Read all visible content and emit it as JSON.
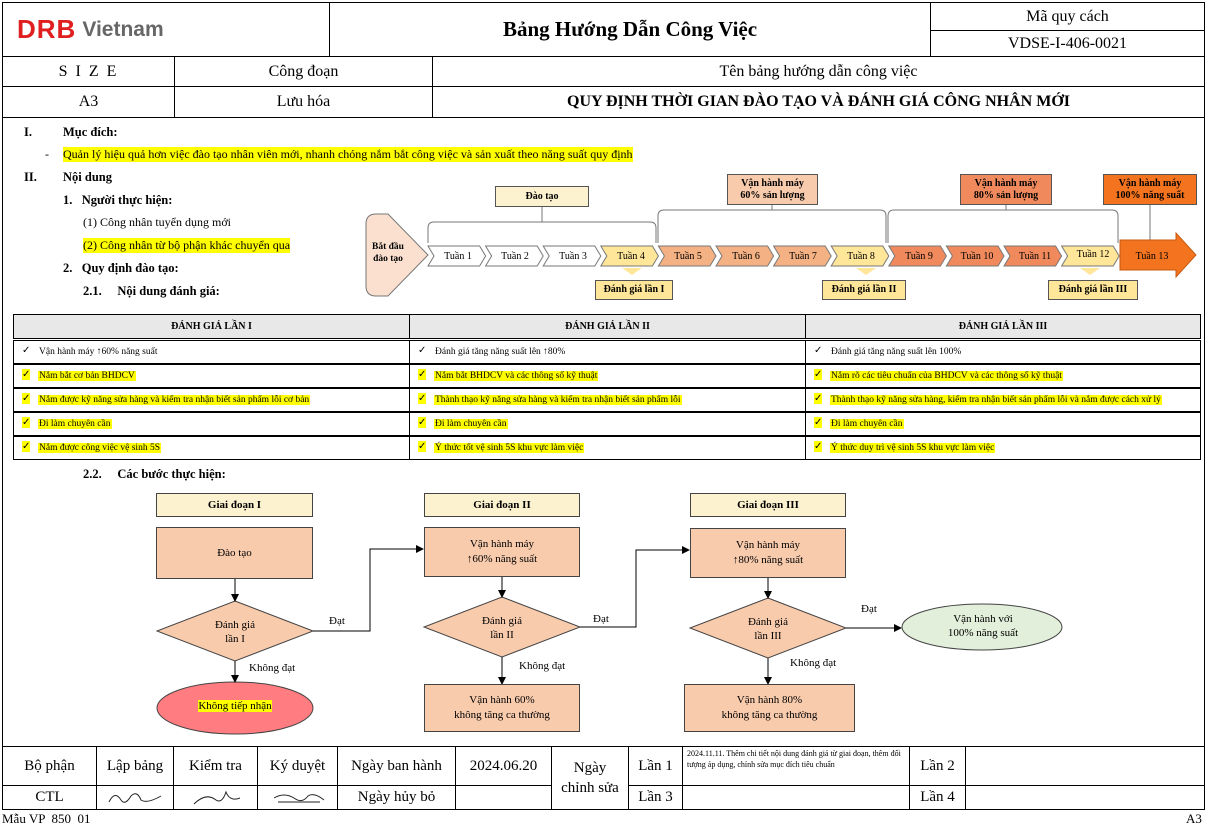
{
  "header": {
    "logo_text": "DRB",
    "logo_sub": "Vietnam",
    "doc_title": "Bảng Hướng Dẫn Công Việc",
    "spec_label": "Mã quy cách",
    "spec_code": "VDSE-I-406-0021"
  },
  "info": {
    "size_label": "S I Z E",
    "size_value": "A3",
    "stage_label": "Công đoạn",
    "stage_value": "Lưu hóa",
    "name_label": "Tên bảng hướng dẫn công việc",
    "name_value": "QUY ĐỊNH THỜI GIAN ĐÀO TẠO VÀ ĐÁNH GIÁ CÔNG NHÂN MỚI"
  },
  "body": {
    "s1_num": "I.",
    "s1_title": "Mục đích:",
    "s1_dash": "-",
    "s1_text": "Quản lý hiệu quả hơn việc đào tạo nhân viên mới, nhanh chóng nắm bắt công việc và sản xuất theo năng suất quy định",
    "s2_num": "II.",
    "s2_title": "Nội dung",
    "s2_1_title": "1.   Người thực hiện:",
    "s2_1_a": "(1) Công nhân tuyển dụng mới",
    "s2_1_b": "(2) Công nhân từ bộ phận khác chuyển qua",
    "s2_2_title": "2.   Quy định đào tạo:",
    "s2_2_1_title": "2.1.     Nội dung đánh giá:",
    "s2_2_2_title": "2.2.     Các bước thực hiện:"
  },
  "timeline": {
    "start": "Bắt đầu\nđào tạo",
    "training": "Đào tạo",
    "op60": "Vận hành máy\n60% sản lượng",
    "op80": "Vận hành máy\n80% sản lượng",
    "op100": "Vận hành máy\n100% năng suất",
    "weeks": [
      "Tuần 1",
      "Tuần 2",
      "Tuần 3",
      "Tuần 4",
      "Tuần 5",
      "Tuần 6",
      "Tuần 7",
      "Tuần 8",
      "Tuần 9",
      "Tuần 10",
      "Tuần 11",
      "Tuần 12",
      "Tuần 13"
    ],
    "eval1": "Đánh giá lần I",
    "eval2": "Đánh giá lần II",
    "eval3": "Đánh giá lần III",
    "colors": {
      "training": "#ffffff",
      "phase2": "#f4b183",
      "phase3": "#f08a5d",
      "eval": "#ffe699",
      "final": "#f4731f"
    }
  },
  "eval_table": {
    "headers": [
      "ĐÁNH GIÁ LẦN I",
      "ĐÁNH GIÁ LẦN II",
      "ĐÁNH GIÁ LẦN III"
    ],
    "check": "✓",
    "col1": [
      "Vận hành máy ↑60% năng suất",
      "Nắm bắt cơ bản BHDCV",
      "Nắm được kỹ năng sửa hàng và kiểm tra nhận biết sản phẩm lỗi cơ bản",
      "Đi làm chuyên cần",
      "Nắm được công việc vệ sinh 5S"
    ],
    "col2": [
      "Đánh giá tăng năng suất lên ↑80%",
      "Nắm bắt BHDCV và các thông số kỹ thuật",
      "Thành thạo kỹ năng sửa hàng và kiểm tra nhận biết sản phẩm lỗi",
      "Đi làm chuyên cần",
      "Ý thức tốt vệ sinh 5S khu vực làm việc"
    ],
    "col3": [
      "Đánh giá tăng năng suất lên 100%",
      "Nắm rõ các tiêu chuẩn của BHDCV và các thông số kỹ thuật",
      "Thành thạo kỹ năng sửa hàng, kiểm tra nhận biết sản phẩm lỗi và nắm được cách xử lý",
      "Đi làm chuyên cần",
      "Ý thức duy trì vệ sinh 5S khu vực làm việc"
    ]
  },
  "flow": {
    "phase1": "Giai đoạn I",
    "phase2": "Giai đoạn II",
    "phase3": "Giai đoạn III",
    "train": "Đào tạo",
    "op60": "Vận hành máy\n↑60% năng suất",
    "op80": "Vận hành máy\n↑80% năng suất",
    "eval1": "Đánh giá\nlần I",
    "eval2": "Đánh giá\nlần II",
    "eval3": "Đánh giá\nlần III",
    "reject": "Không tiếp nhận",
    "fail60": "Vận hành 60%\nkhông tăng ca thường",
    "fail80": "Vận hành 80%\nkhông tăng ca thường",
    "final": "Vận hành với\n100% năng suất",
    "pass": "Đạt",
    "fail": "Không đạt"
  },
  "footer": {
    "dept_label": "Bộ phận",
    "dept_value": "CTL",
    "prepared": "Lập bảng",
    "checked": "Kiểm tra",
    "approved": "Ký duyệt",
    "issue_label": "Ngày ban hành",
    "issue_date": "2024.06.20",
    "cancel_label": "Ngày hủy bỏ",
    "revise_label": "Ngày\nchỉnh sửa",
    "rev1": "Lần 1",
    "rev2": "Lần 2",
    "rev3": "Lần 3",
    "rev4": "Lần 4",
    "rev1_note": "2024.11.11. Thêm chi tiết nội dung đánh giá từ giai đoạn, thêm đối tượng áp dụng, chỉnh sửa mục đích tiêu chuẩn",
    "form_code": "Mẫu VP  850  01",
    "paper": "A3"
  }
}
